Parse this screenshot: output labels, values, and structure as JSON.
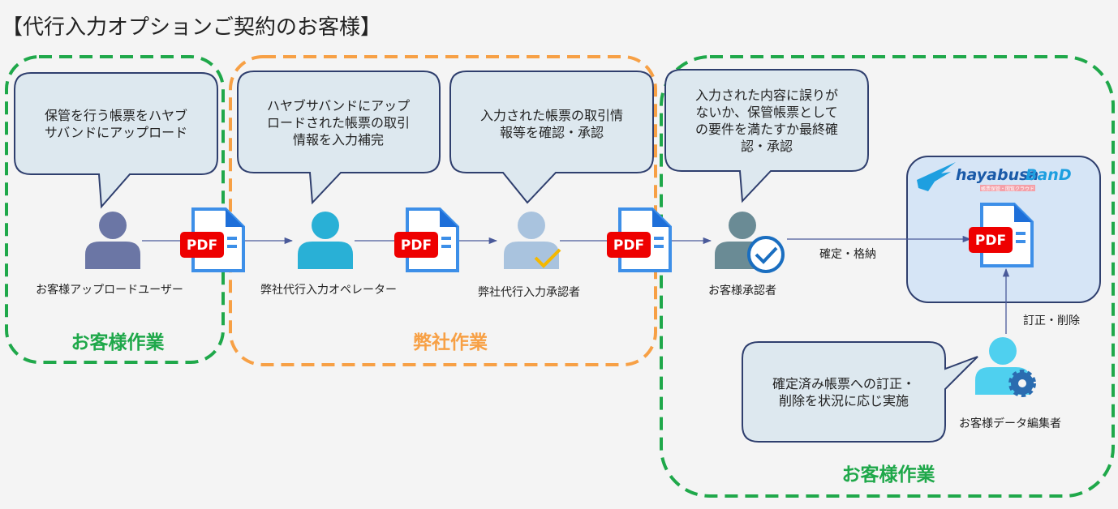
{
  "title": "【代行入力オプションご契約のお客様】",
  "colors": {
    "customer_green": "#1fa84a",
    "company_orange": "#f7a045",
    "bubble_fill": "#dde8ef",
    "bubble_border": "#2f3f6e",
    "pdf_red": "#ee0000"
  },
  "groups": [
    {
      "label": "お客様作業"
    },
    {
      "label": "弊社作業"
    },
    {
      "label": "お客様作業"
    }
  ],
  "bubbles": [
    {
      "lines": [
        "保管を行う帳票をハヤブ",
        "サバンドにアップロード"
      ]
    },
    {
      "lines": [
        "ハヤブサバンドにアップ",
        "ロードされた帳票の取引",
        "情報を入力補完"
      ]
    },
    {
      "lines": [
        "入力された帳票の取引情",
        "報等を確認・承認"
      ]
    },
    {
      "lines": [
        "入力された内容に誤りが",
        "ないか、保管帳票として",
        "の要件を満たすか最終確",
        "認・承認"
      ]
    },
    {
      "lines": [
        "確定済み帳票への訂正・",
        "削除を状況に応じ実施"
      ]
    }
  ],
  "actors": [
    {
      "label": "お客様アップロードユーザー",
      "icon": "user-icon",
      "color": "#6b76a5"
    },
    {
      "label": "弊社代行入力オペレーター",
      "icon": "user-icon",
      "color": "#29b0d6"
    },
    {
      "label": "弊社代行入力承認者",
      "icon": "user-check-icon",
      "color": "#a9c3de"
    },
    {
      "label": "お客様承認者",
      "icon": "user-check-circle-icon",
      "color": "#6a8b95"
    },
    {
      "label": "お客様データ編集者",
      "icon": "user-gear-icon",
      "color": "#4fd0ef"
    }
  ],
  "pdf_label": "PDF",
  "edges": {
    "store": "確定・格納",
    "edit": "訂正・削除"
  },
  "logo": {
    "name": "hayabusa BanD",
    "brand1": "hayabusa",
    "brand2": "BanD",
    "tagline": "帳票保管・閲覧クラウド"
  }
}
